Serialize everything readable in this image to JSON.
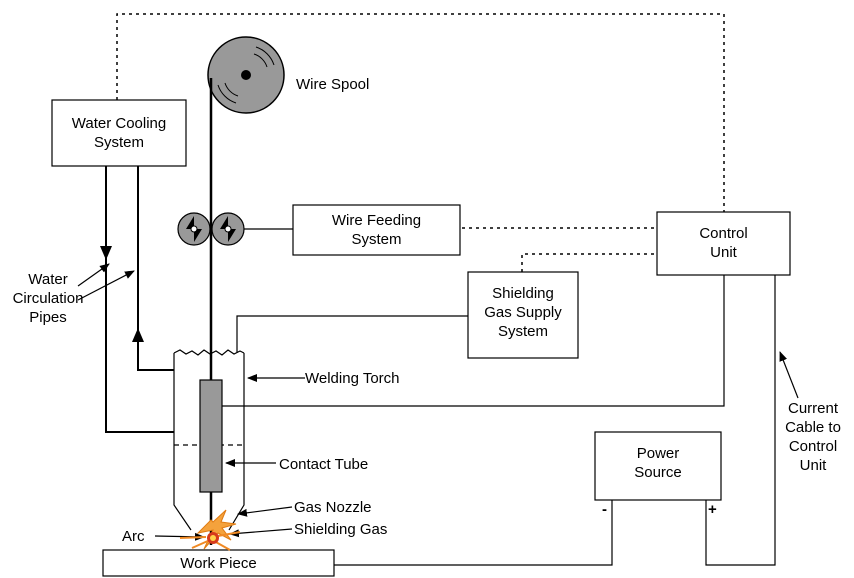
{
  "boxes": {
    "water_cooling": [
      "Water Cooling",
      "System"
    ],
    "wire_feeding": [
      "Wire Feeding",
      "System"
    ],
    "control_unit": [
      "Control",
      "Unit"
    ],
    "shielding_gas_supply": [
      "Shielding",
      "Gas Supply",
      "System"
    ],
    "power_source": [
      "Power",
      "Source"
    ],
    "work_piece": "Work Piece"
  },
  "labels": {
    "wire_spool": "Wire Spool",
    "water_circulation_pipes": [
      "Water",
      "Circulation",
      "Pipes"
    ],
    "welding_torch": "Welding Torch",
    "contact_tube": "Contact Tube",
    "gas_nozzle": "Gas Nozzle",
    "shielding_gas": "Shielding Gas",
    "arc": "Arc",
    "current_cable": [
      "Current",
      "Cable to",
      "Control",
      "Unit"
    ],
    "minus": "-",
    "plus": "+"
  }
}
